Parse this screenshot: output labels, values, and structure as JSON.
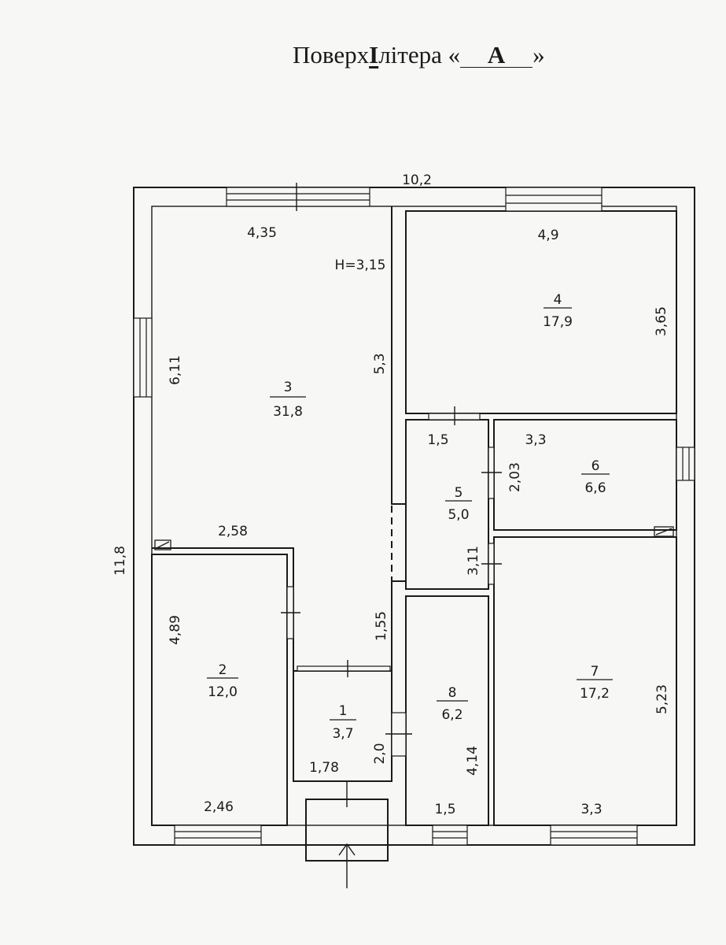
{
  "header": {
    "prefix": "Поверх",
    "floor": "I",
    "middle": "літера «",
    "letter": "А",
    "suffix": "»"
  },
  "plan": {
    "ceiling_height": "Н=3,15",
    "overall": {
      "width": "10,2",
      "height": "11,8"
    },
    "rooms": [
      {
        "number": "1",
        "area": "3,7"
      },
      {
        "number": "2",
        "area": "12,0"
      },
      {
        "number": "3",
        "area": "31,8"
      },
      {
        "number": "4",
        "area": "17,9"
      },
      {
        "number": "5",
        "area": "5,0"
      },
      {
        "number": "6",
        "area": "6,6"
      },
      {
        "number": "7",
        "area": "17,2"
      },
      {
        "number": "8",
        "area": "6,2"
      }
    ],
    "dimensions": {
      "r3_top": "4,35",
      "r3_left": "6,11",
      "r3_right": "5,3",
      "r3_bottom": "2,58",
      "corridor_height": "1,55",
      "r4_top": "4,9",
      "r4_right": "3,65",
      "r5_top": "1,5",
      "r5_left_upper": "2,03",
      "r5_left_lower": "3,11",
      "r6_top": "3,3",
      "r2_left": "4,89",
      "r2_bottom": "2,46",
      "r1_bottom": "1,78",
      "r1_right": "2,0",
      "r8_bottom": "1,5",
      "r8_right": "4,14",
      "r7_bottom": "3,3",
      "r7_right": "5,23"
    }
  }
}
